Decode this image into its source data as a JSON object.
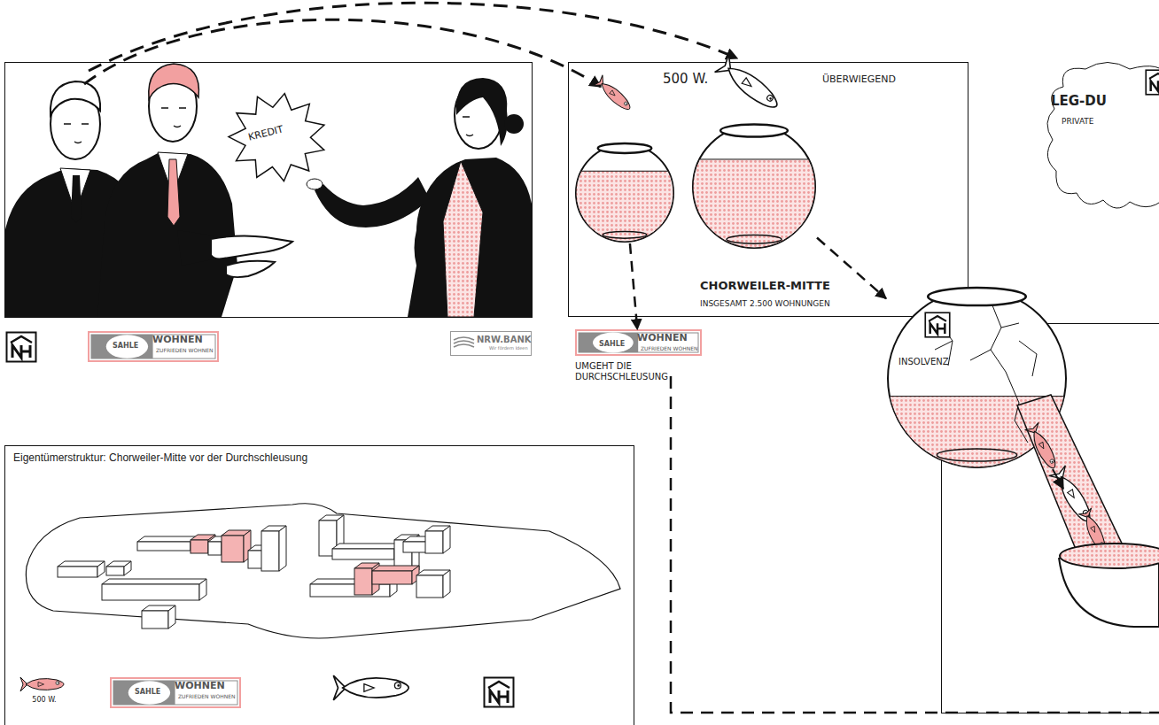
{
  "diagram": {
    "nodes": [
      {
        "text": [
          "KREDIT"
        ]
      },
      {
        "text": [
          "SAHLE",
          "WOHNEN",
          "ZUFRIEDEN WOHNEN"
        ]
      },
      {
        "text": [
          "NRW.BANK",
          "Wir fördern Ideen"
        ]
      },
      {
        "text": [
          "CHORWEILER-MITTE",
          "INSGESAMT 2.500 WOHNUNGEN"
        ]
      },
      {
        "text": [
          "500 W."
        ],
        "in": 3
      },
      {
        "text": [
          "ÜBERWIEGEND"
        ],
        "in": 3
      },
      {
        "text": [
          "SAHLE",
          "WOHNEN",
          "ZUFRIEDEN WOHNEN",
          "UMGEHT DIE DURCHSCHLEUSUNG"
        ]
      },
      {
        "text": [
          "LEG-DU",
          "PRIVATE"
        ]
      },
      {
        "text": [
          "INSOLVENZ"
        ]
      },
      {
        "text": [
          "Eigentümerstruktur: Chorweiler-Mitte vor der Durchschleusung"
        ]
      },
      {
        "text": [
          "SAHLE",
          "WOHNEN",
          "ZUFRIEDEN WOHNEN"
        ],
        "in": 9
      }
    ],
    "edges": [
      {
        "from": 4,
        "to": 6,
        "arrow": "to"
      },
      {
        "from": 5,
        "to": 8,
        "arrow": "to"
      }
    ],
    "legend": [
      {
        "text": "500 W.",
        "color": "#f2a0a0"
      }
    ]
  }
}
